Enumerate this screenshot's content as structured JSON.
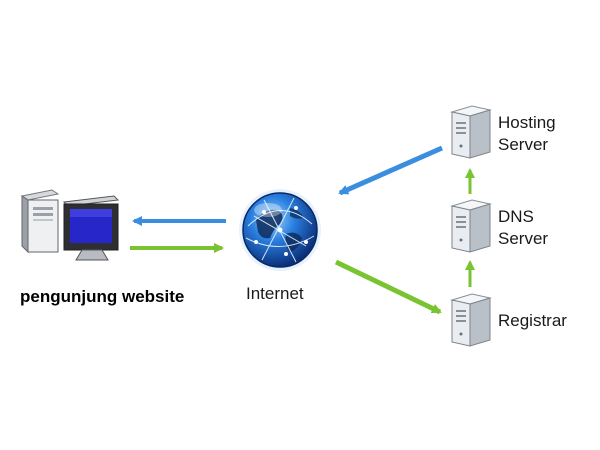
{
  "labels": {
    "visitor": "pengunjung website",
    "internet": "Internet",
    "hosting": "Hosting\nServer",
    "dns": "DNS\nServer",
    "registrar": "Registrar"
  },
  "icons": {
    "visitor": "desktop-computer-icon",
    "internet": "globe-icon",
    "servers": "server-tower-icon"
  },
  "colors": {
    "request_arrow": "#7ac331",
    "response_arrow": "#3b8de0",
    "server_body": "#e9edf1",
    "globe": "#1a63c9"
  }
}
